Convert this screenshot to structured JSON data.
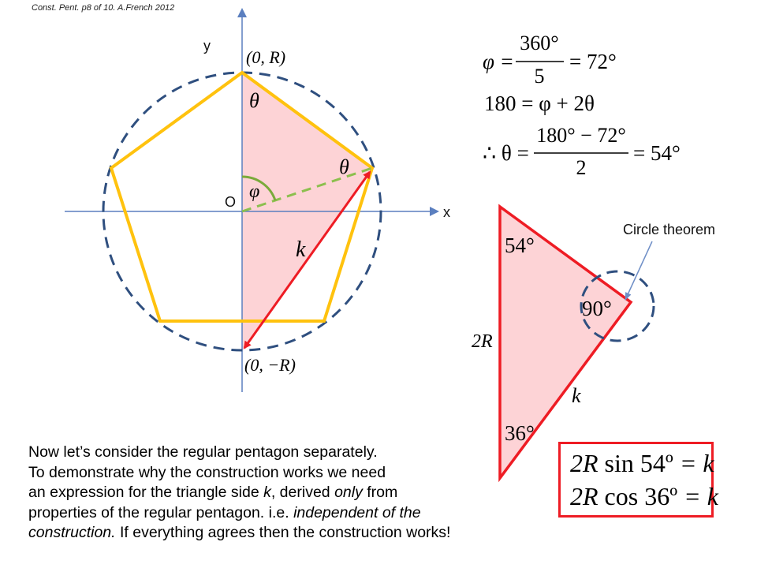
{
  "credit": "Const. Pent. p8 of 10. A.French 2012",
  "axes": {
    "x_label": "x",
    "y_label": "y",
    "origin_label": "O"
  },
  "points": {
    "top": "(0, R)",
    "bottom": "(0, −R)"
  },
  "angle_labels": {
    "theta_top": "θ",
    "theta_right": "θ",
    "phi": "φ",
    "k": "k"
  },
  "equations": {
    "eq1_lhs": "φ =",
    "eq1_num": "360°",
    "eq1_den": "5",
    "eq1_rhs": "= 72°",
    "eq2": "180 = φ + 2θ",
    "eq3_lhs": "∴ θ =",
    "eq3_num": "180° − 72°",
    "eq3_den": "2",
    "eq3_rhs": "= 54°"
  },
  "triangle": {
    "angle_top": "54°",
    "angle_right": "90°",
    "angle_bottom": "36°",
    "side_left": "2R",
    "side_right": "k",
    "circle_theorem_label": "Circle theorem"
  },
  "text": {
    "line1": "Now let’s consider the regular pentagon separately.",
    "line2": "To demonstrate why the construction works we need",
    "line3a": "an expression for the triangle side ",
    "line3k": "k",
    "line3b": ", derived ",
    "line3only": "only",
    "line3c": " from",
    "line4a": "properties of the regular pentagon. i.e. ",
    "line4b": "independent of the",
    "line5a": "construction.",
    "line5b": " If everything agrees then the construction works!"
  },
  "results": {
    "r1_coef": "2R",
    "r1_fn": "sin",
    "r1_arg": "54º",
    "r1_rhs": "= k",
    "r2_coef": "2R",
    "r2_fn": "cos",
    "r2_arg": "36º",
    "r2_rhs": "= k"
  },
  "colors": {
    "pentagon": "#ffc20e",
    "circle": "#2f4f7f",
    "axis": "#5b7fbf",
    "triangle_fill": "#fdd3d6",
    "triangle_stroke": "#ee1c24",
    "radius_dash": "#8cbf4e",
    "phi_arc": "#7aaa3a"
  }
}
